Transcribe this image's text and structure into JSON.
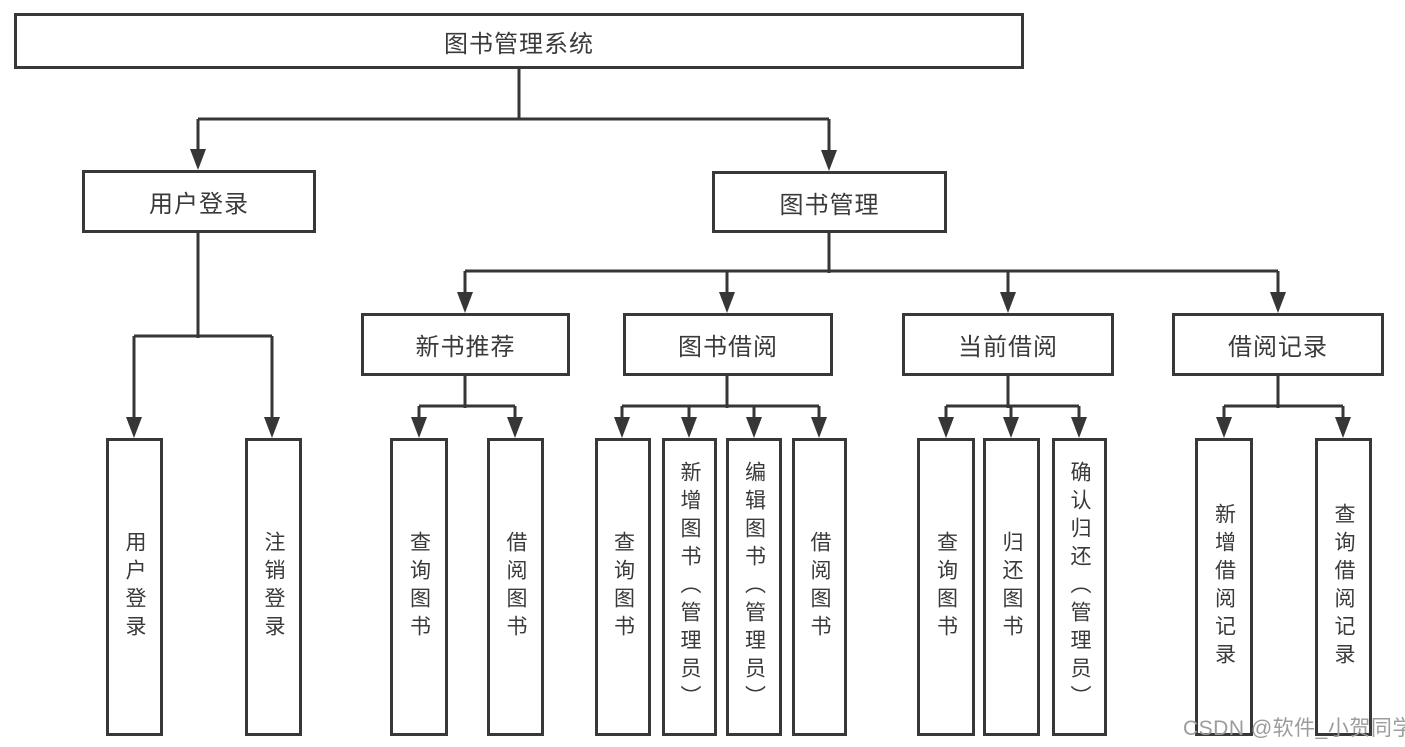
{
  "diagram": {
    "tree": {
      "label": "图书管理系统",
      "children": [
        {
          "label": "用户登录",
          "children": [
            {
              "label": "用户登录"
            },
            {
              "label": "注销登录"
            }
          ]
        },
        {
          "label": "图书管理",
          "children": [
            {
              "label": "新书推荐",
              "children": [
                {
                  "label": "查询图书"
                },
                {
                  "label": "借阅图书"
                }
              ]
            },
            {
              "label": "图书借阅",
              "children": [
                {
                  "label": "查询图书"
                },
                {
                  "label": "新增图书（管理员）"
                },
                {
                  "label": "编辑图书（管理员）"
                },
                {
                  "label": "借阅图书"
                }
              ]
            },
            {
              "label": "当前借阅",
              "children": [
                {
                  "label": "查询图书"
                },
                {
                  "label": "归还图书"
                },
                {
                  "label": "确认归还（管理员）"
                }
              ]
            },
            {
              "label": "借阅记录",
              "children": [
                {
                  "label": "新增借阅记录"
                },
                {
                  "label": "查询借阅记录"
                }
              ]
            }
          ]
        }
      ]
    },
    "colors": {
      "line": "#363636",
      "border": "#383838",
      "text": "#3a3a3a",
      "background": "#ffffff",
      "watermark": "#9c9c9c"
    }
  },
  "watermark": {
    "text": "CSDN @软件_小贺同学"
  }
}
